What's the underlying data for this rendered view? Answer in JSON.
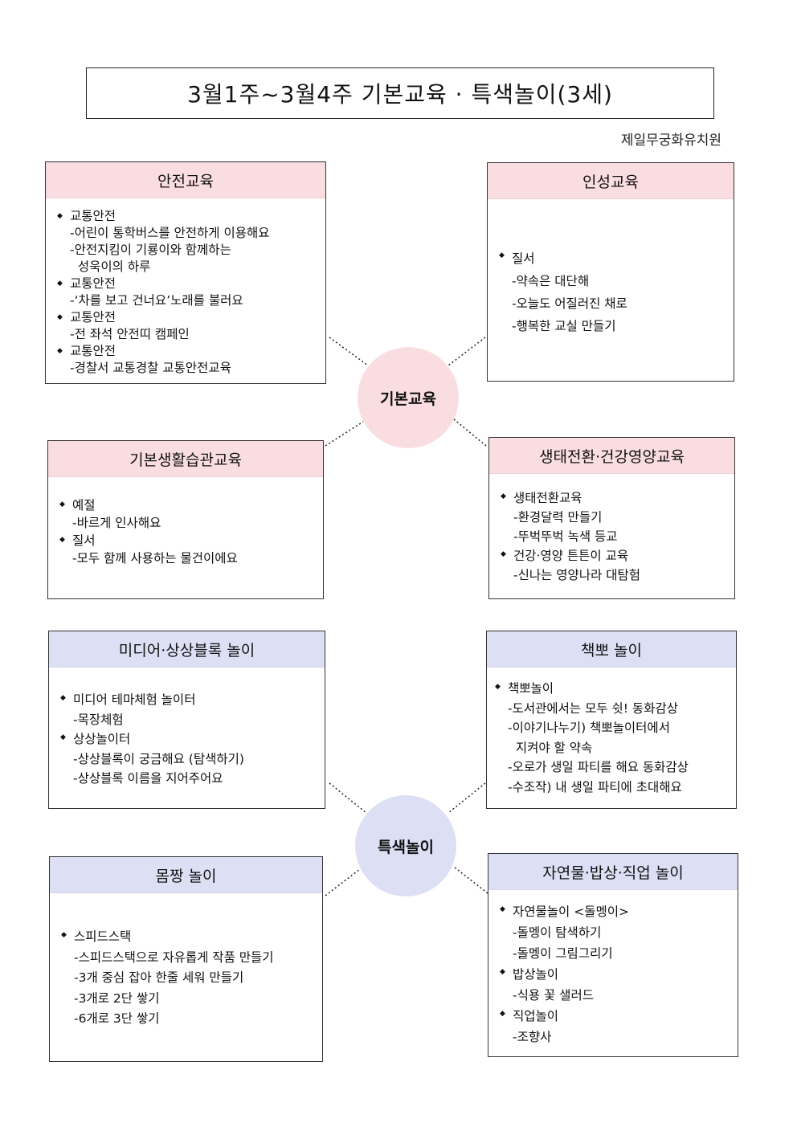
{
  "title": "3월1주~3월4주  기본교육 · 특색놀이(3세)",
  "org": "제일무궁화유치원",
  "hub1": "기본교육",
  "hub2": "특색놀이",
  "colors": {
    "pink": "#fadde0",
    "blue": "#dde0f5"
  },
  "boxes": {
    "safety": {
      "title": "안전교육",
      "lines": [
        {
          "t": "교통안전",
          "b": true
        },
        {
          "t": "-어린이 통학버스를 안전하게 이용해요",
          "b": false
        },
        {
          "t": "-안전지킴이 기룡이와 함께하는",
          "b": false
        },
        {
          "t": "  성욱이의 하루",
          "b": false
        },
        {
          "t": "교통안전",
          "b": true
        },
        {
          "t": "-‘차를 보고 건너요’노래를 불러요",
          "b": false
        },
        {
          "t": "교통안전",
          "b": true
        },
        {
          "t": "-전 좌석 안전띠 캠페인",
          "b": false
        },
        {
          "t": "교통안전",
          "b": true
        },
        {
          "t": "-경찰서 교통경찰 교통안전교육",
          "b": false
        }
      ]
    },
    "character": {
      "title": "인성교육",
      "lines": [
        {
          "t": "질서",
          "b": true
        },
        {
          "t": "-약속은 대단해",
          "b": false
        },
        {
          "t": "-오늘도 어질러진 채로",
          "b": false
        },
        {
          "t": "-행복한 교실 만들기",
          "b": false
        }
      ]
    },
    "habits": {
      "title": "기본생활습관교육",
      "lines": [
        {
          "t": "예절",
          "b": true
        },
        {
          "t": "-바르게 인사해요",
          "b": false
        },
        {
          "t": "질서",
          "b": true
        },
        {
          "t": "-모두 함께 사용하는 물건이에요",
          "b": false
        }
      ]
    },
    "eco": {
      "title": "생태전환·건강영양교육",
      "lines": [
        {
          "t": "생태전환교육",
          "b": true
        },
        {
          "t": "-환경달력 만들기",
          "b": false
        },
        {
          "t": "-뚜벅뚜벅 녹색 등교",
          "b": false
        },
        {
          "t": "건강·영양 튼튼이 교육",
          "b": true
        },
        {
          "t": "-신나는 영양나라 대탐험",
          "b": false
        }
      ]
    },
    "media": {
      "title": "미디어·상상블록 놀이",
      "lines": [
        {
          "t": "미디어 테마체험 놀이터",
          "b": true
        },
        {
          "t": "-목장체험",
          "b": false
        },
        {
          "t": "상상놀이터",
          "b": true
        },
        {
          "t": "-상상블록이 궁금해요 (탐색하기)",
          "b": false
        },
        {
          "t": "-상상블록 이름을 지어주어요",
          "b": false
        }
      ]
    },
    "book": {
      "title": "책뽀 놀이",
      "lines": [
        {
          "t": "책뽀놀이",
          "b": true
        },
        {
          "t": "-도서관에서는 모두 쉿! 동화감상",
          "b": false
        },
        {
          "t": "-이야기나누기) 책뽀놀이터에서",
          "b": false
        },
        {
          "t": "  지켜야 할 약속",
          "b": false
        },
        {
          "t": "-오로가 생일 파티를 해요 동화감상",
          "b": false
        },
        {
          "t": "-수조작) 내 생일 파티에 초대해요",
          "b": false
        }
      ]
    },
    "body": {
      "title": "몸짱 놀이",
      "lines": [
        {
          "t": "스피드스택",
          "b": true
        },
        {
          "t": "-스피드스택으로 자유롭게 작품 만들기",
          "b": false
        },
        {
          "t": "-3개 중심 잡아 한줄 세워 만들기",
          "b": false
        },
        {
          "t": "-3개로 2단 쌓기",
          "b": false
        },
        {
          "t": "-6개로 3단 쌓기",
          "b": false
        }
      ]
    },
    "nature": {
      "title": "자연물·밥상·직업 놀이",
      "lines": [
        {
          "t": "자연물놀이 <돌멩이>",
          "b": true
        },
        {
          "t": "-돌멩이 탐색하기",
          "b": false
        },
        {
          "t": "-돌멩이 그림그리기",
          "b": false
        },
        {
          "t": "밥상놀이",
          "b": true
        },
        {
          "t": "-식용 꽃 샐러드",
          "b": false
        },
        {
          "t": "직업놀이",
          "b": true
        },
        {
          "t": "-조향사",
          "b": false
        }
      ]
    }
  }
}
